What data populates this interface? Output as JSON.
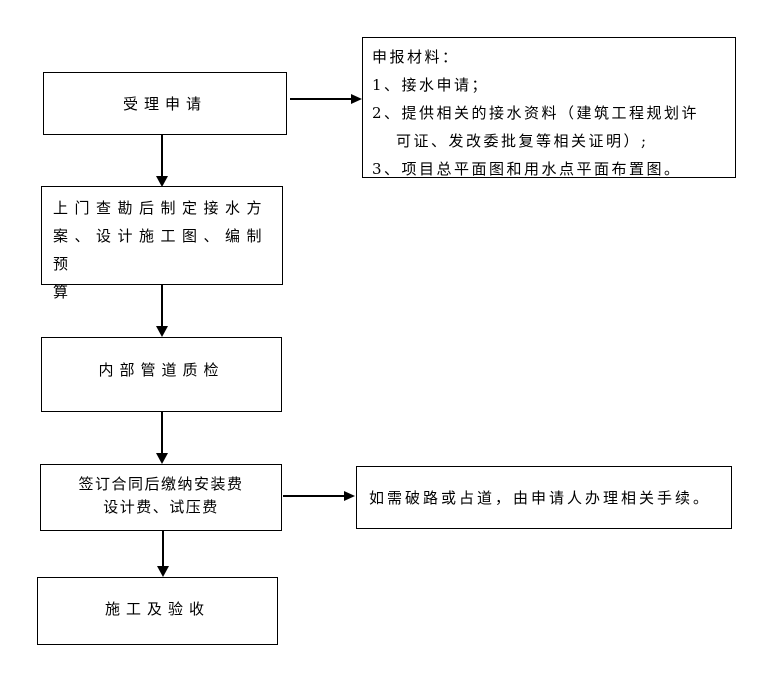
{
  "flow": {
    "accept": {
      "label": "受理申请"
    },
    "survey": {
      "lines": [
        "上门查勘后制定接水方",
        "案、设计施工图、编制预",
        "算"
      ]
    },
    "inspection": {
      "label": "内部管道质检"
    },
    "contract": {
      "lines": [
        "签订合同后缴纳安装费",
        "设计费、试压费"
      ]
    },
    "construction": {
      "label": "施工及验收"
    }
  },
  "side_notes": {
    "materials": {
      "lines": [
        "申报材料：",
        "1、接水申请；",
        "2、提供相关的接水资料（建筑工程规划许",
        "可证、发改委批复等相关证明）;",
        "3、项目总平面图和用水点平面布置图。"
      ]
    },
    "road": {
      "label": "如需破路或占道，由申请人办理相关手续。"
    }
  },
  "colors": {
    "border": "#000000",
    "text": "#000000",
    "background": "#ffffff"
  }
}
